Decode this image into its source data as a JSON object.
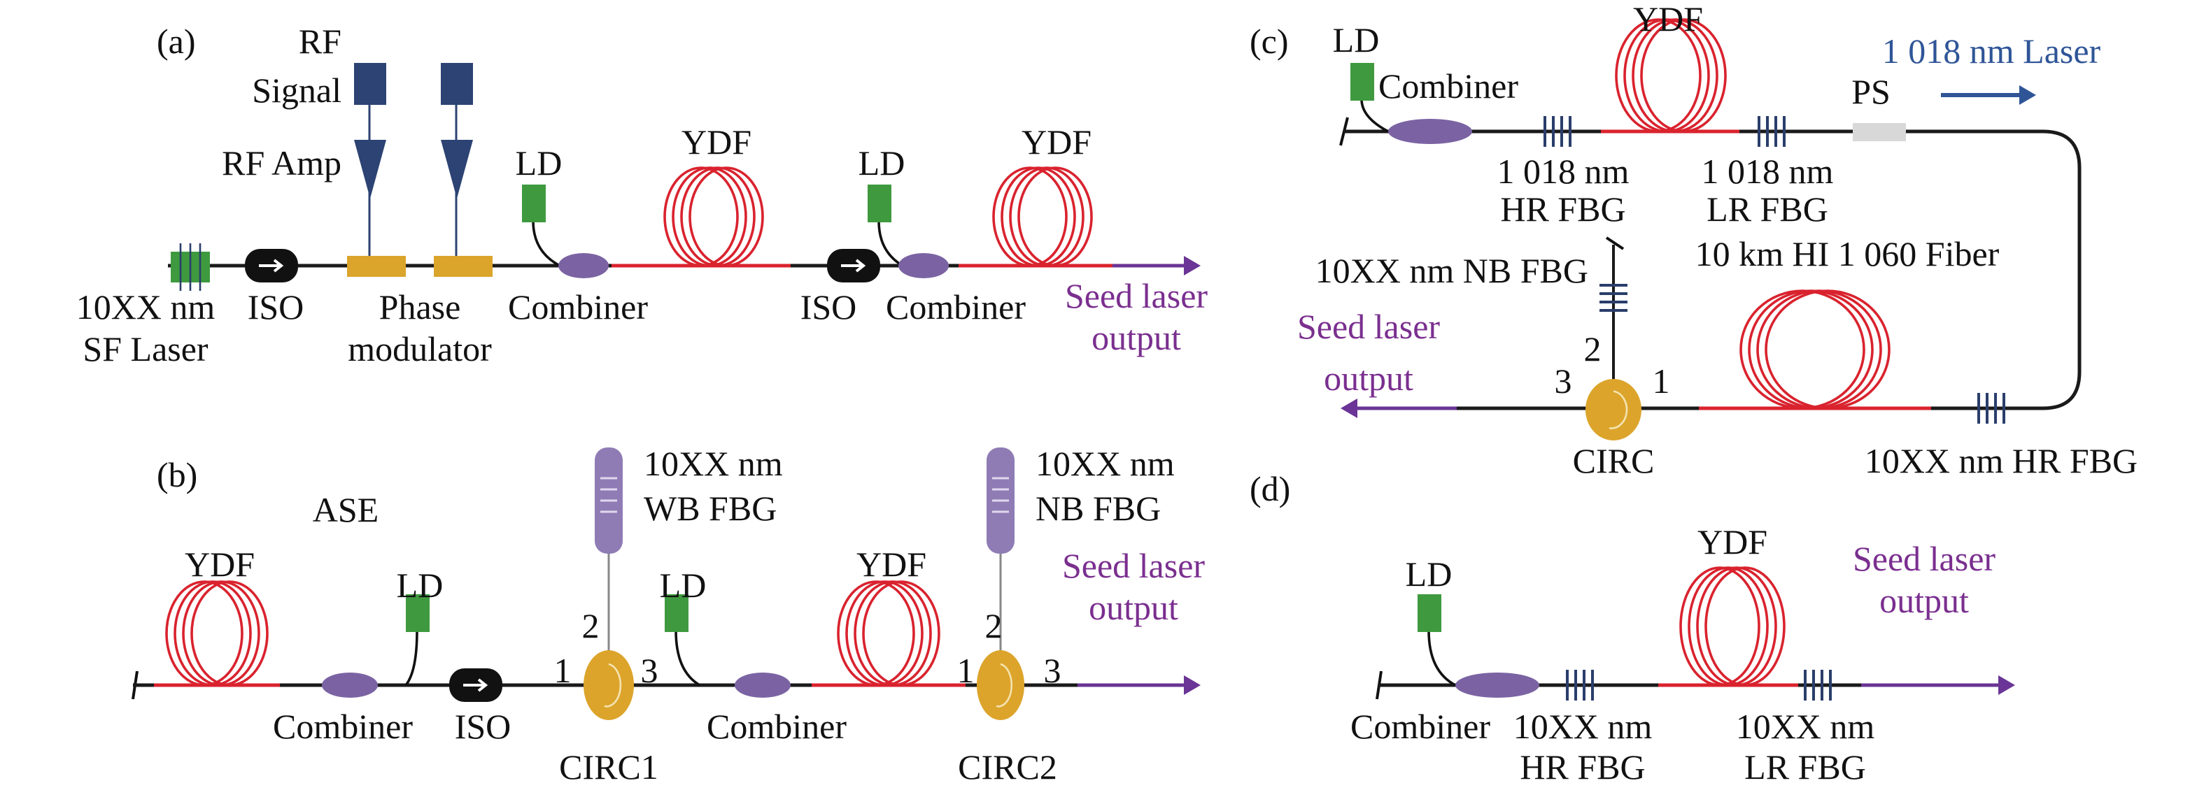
{
  "panels": {
    "a": {
      "label": "(a)",
      "rf_signal": [
        "RF",
        "Signal"
      ],
      "rf_amp": "RF Amp",
      "source": [
        "10XX nm",
        "SF Laser"
      ],
      "iso1": "ISO",
      "phase_modulator": [
        "Phase",
        "modulator"
      ],
      "ld1": "LD",
      "combiner1": "Combiner",
      "ydf1": "YDF",
      "iso2": "ISO",
      "ld2": "LD",
      "combiner2": "Combiner",
      "ydf2": "YDF",
      "output": [
        "Seed laser",
        "output"
      ]
    },
    "b": {
      "label": "(b)",
      "ase": "ASE",
      "ydf1": "YDF",
      "combiner1": "Combiner",
      "ld1": "LD",
      "iso": "ISO",
      "circ1": "CIRC1",
      "circ1_ports": [
        "1",
        "2",
        "3"
      ],
      "wb_fbg": [
        "10XX nm",
        "WB FBG"
      ],
      "ld2": "LD",
      "combiner2": "Combiner",
      "ydf2": "YDF",
      "circ2": "CIRC2",
      "circ2_ports": [
        "1",
        "2",
        "3"
      ],
      "nb_fbg": [
        "10XX nm",
        "NB FBG"
      ],
      "output": [
        "Seed laser",
        "output"
      ]
    },
    "c": {
      "label": "(c)",
      "ld": "LD",
      "combiner": "Combiner",
      "ydf": "YDF",
      "laser_out": "1 018 nm Laser",
      "ps": "PS",
      "hr_fbg": [
        "1 018 nm",
        "HR FBG"
      ],
      "lr_fbg": [
        "1 018 nm",
        "LR FBG"
      ],
      "fiber": "10 km HI 1 060 Fiber",
      "nb_fbg": "10XX nm NB FBG",
      "output": [
        "Seed laser",
        "output"
      ],
      "circ": "CIRC",
      "circ_ports": [
        "1",
        "2",
        "3"
      ],
      "hr_fbg2": "10XX nm HR FBG"
    },
    "d": {
      "label": "(d)",
      "ld": "LD",
      "ydf": "YDF",
      "combiner": "Combiner",
      "hr_fbg": [
        "10XX nm",
        "HR FBG"
      ],
      "lr_fbg": [
        "10XX nm",
        "LR FBG"
      ],
      "output": [
        "Seed laser",
        "output"
      ]
    }
  },
  "colors": {
    "fiber": "#1a1a1a",
    "ydf": "#d9232e",
    "output": "#6a3596",
    "ld": "#3f9a3f",
    "combiner": "#7b63a3",
    "rf": "#2c4373",
    "modulator": "#dba42b",
    "circulator": "#dca42b",
    "fbg": "#2a3e6b",
    "ps": "#d8d8d8",
    "laser_arrow": "#2f5597"
  }
}
